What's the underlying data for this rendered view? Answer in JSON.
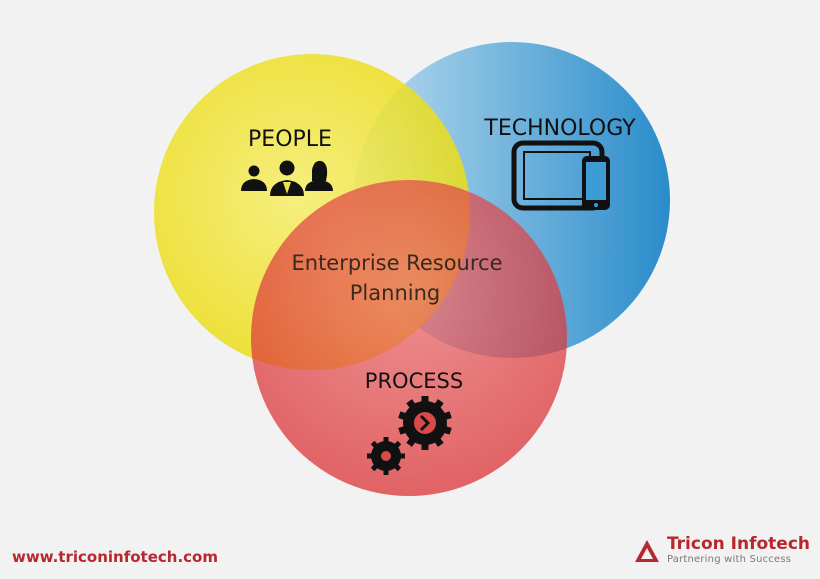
{
  "diagram": {
    "center_label_line1": "Enterprise Resource",
    "center_label_line2": "Planning",
    "circles": [
      {
        "label": "PEOPLE",
        "color": "#f2e21a",
        "icon": "people-icon"
      },
      {
        "label": "TECHNOLOGY",
        "color": "#2a8fd0",
        "icon": "devices-icon"
      },
      {
        "label": "PROCESS",
        "color": "#e0262a",
        "icon": "gears-icon"
      }
    ]
  },
  "footer": {
    "url": "www.triconinfotech.com",
    "brand_name": "Tricon Infotech",
    "brand_tagline": "Partnering with Success",
    "brand_color": "#b8272d"
  }
}
